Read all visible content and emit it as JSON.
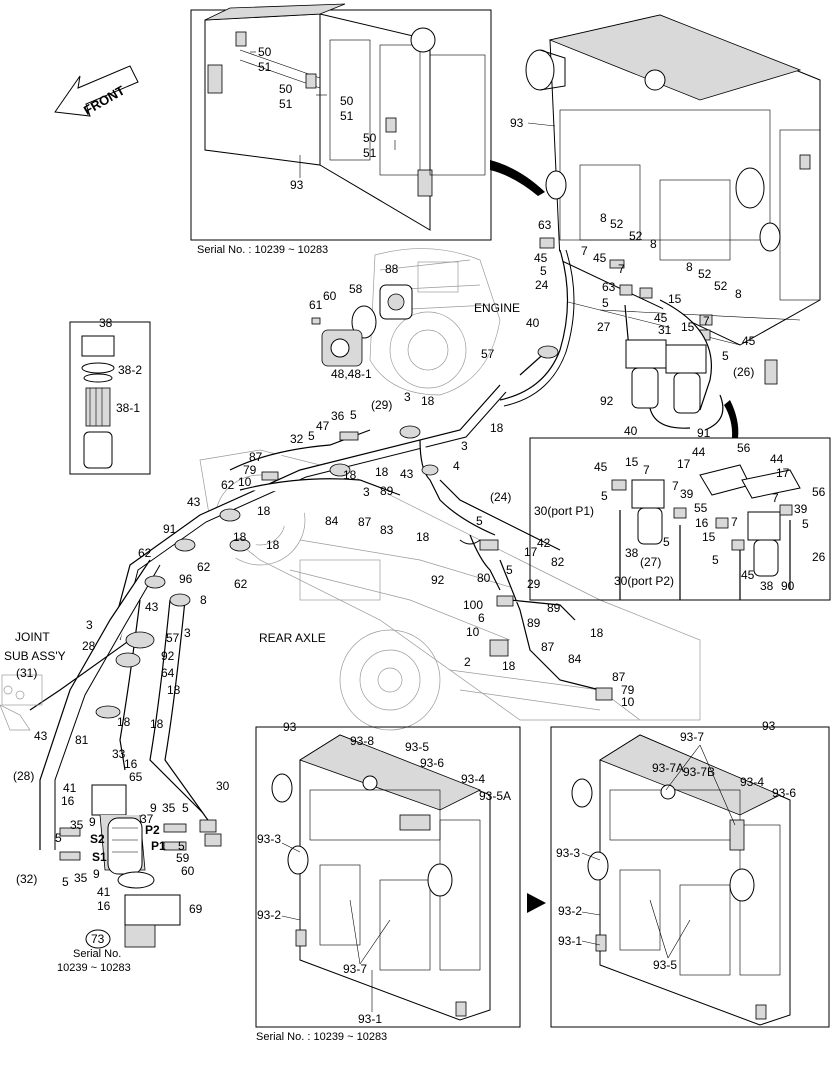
{
  "direction_label": "FRONT",
  "area_labels": {
    "engine": "ENGINE",
    "rear_axle": "REAR AXLE",
    "joint_line1": "JOINT",
    "joint_line2": "SUB ASS'Y",
    "joint_ref": "(31)"
  },
  "serial_notes": {
    "top_inset": "Serial No. : 10239 ~ 10283",
    "bottom_inset": "Serial No. : 10239 ~ 10283",
    "left_line1": "Serial No.",
    "left_line2": "10239 ~ 10283",
    "left_ref": "73"
  },
  "port_labels": {
    "p1": "30(port P1)",
    "p2": "30(port P2)",
    "s1": "S1",
    "s2": "S2",
    "p1_short": "P1",
    "p2_short": "P2"
  },
  "callouts": [
    {
      "id": "t50a",
      "text": "50"
    },
    {
      "id": "t51a",
      "text": "51"
    },
    {
      "id": "t50b",
      "text": "50"
    },
    {
      "id": "t51b",
      "text": "51"
    },
    {
      "id": "t50c",
      "text": "50"
    },
    {
      "id": "t51c",
      "text": "51"
    },
    {
      "id": "t50d",
      "text": "50"
    },
    {
      "id": "t51d",
      "text": "51"
    },
    {
      "id": "t93a",
      "text": "93"
    },
    {
      "id": "t93b",
      "text": "93"
    },
    {
      "id": "t63a",
      "text": "63"
    },
    {
      "id": "t7a",
      "text": "7"
    },
    {
      "id": "t8a",
      "text": "8"
    },
    {
      "id": "t52a",
      "text": "52"
    },
    {
      "id": "t52b",
      "text": "52"
    },
    {
      "id": "t8b",
      "text": "8"
    },
    {
      "id": "t45a",
      "text": "45"
    },
    {
      "id": "t5a",
      "text": "5"
    },
    {
      "id": "t24a",
      "text": "24"
    },
    {
      "id": "t45b",
      "text": "45"
    },
    {
      "id": "t7b",
      "text": "7"
    },
    {
      "id": "t8c",
      "text": "8"
    },
    {
      "id": "t52c",
      "text": "52"
    },
    {
      "id": "t63b",
      "text": "63"
    },
    {
      "id": "t15a",
      "text": "15"
    },
    {
      "id": "t52d",
      "text": "52"
    },
    {
      "id": "t8d",
      "text": "8"
    },
    {
      "id": "t5b",
      "text": "5"
    },
    {
      "id": "t27a",
      "text": "27"
    },
    {
      "id": "t31a",
      "text": "31"
    },
    {
      "id": "t45c",
      "text": "45"
    },
    {
      "id": "t15b",
      "text": "15"
    },
    {
      "id": "t7c",
      "text": "7"
    },
    {
      "id": "t45d",
      "text": "45"
    },
    {
      "id": "t5c",
      "text": "5"
    },
    {
      "id": "t26a",
      "text": "(26)"
    },
    {
      "id": "t92a",
      "text": "92"
    },
    {
      "id": "t40a",
      "text": "40"
    },
    {
      "id": "t91a",
      "text": "91"
    },
    {
      "id": "t40b",
      "text": "40"
    },
    {
      "id": "t57a",
      "text": "57"
    },
    {
      "id": "t88",
      "text": "88"
    },
    {
      "id": "t60",
      "text": "60"
    },
    {
      "id": "t58",
      "text": "58"
    },
    {
      "id": "t61",
      "text": "61"
    },
    {
      "id": "t48",
      "text": "48,48-1"
    },
    {
      "id": "t38",
      "text": "38"
    },
    {
      "id": "t38_2",
      "text": "38-2"
    },
    {
      "id": "t38_1",
      "text": "38-1"
    },
    {
      "id": "t29a",
      "text": "(29)"
    },
    {
      "id": "t3a",
      "text": "3"
    },
    {
      "id": "t18a",
      "text": "18"
    },
    {
      "id": "t36",
      "text": "36"
    },
    {
      "id": "t5d",
      "text": "5"
    },
    {
      "id": "t47",
      "text": "47"
    },
    {
      "id": "t5e",
      "text": "5"
    },
    {
      "id": "t32a",
      "text": "32"
    },
    {
      "id": "t18b",
      "text": "18"
    },
    {
      "id": "t3b",
      "text": "3"
    },
    {
      "id": "t18c",
      "text": "18"
    },
    {
      "id": "t43a",
      "text": "43"
    },
    {
      "id": "t4a",
      "text": "4"
    },
    {
      "id": "t87a",
      "text": "87"
    },
    {
      "id": "t79a",
      "text": "79"
    },
    {
      "id": "t10a",
      "text": "10"
    },
    {
      "id": "t18d",
      "text": "18"
    },
    {
      "id": "t3c",
      "text": "3"
    },
    {
      "id": "t89a",
      "text": "89"
    },
    {
      "id": "t84a",
      "text": "84"
    },
    {
      "id": "t87b",
      "text": "87"
    },
    {
      "id": "t83",
      "text": "83"
    },
    {
      "id": "t24b",
      "text": "(24)"
    },
    {
      "id": "t43b",
      "text": "43"
    },
    {
      "id": "t62a",
      "text": "62"
    },
    {
      "id": "t18e",
      "text": "18"
    },
    {
      "id": "t18f",
      "text": "18"
    },
    {
      "id": "t91b",
      "text": "91"
    },
    {
      "id": "t18g",
      "text": "18"
    },
    {
      "id": "t18h",
      "text": "18"
    },
    {
      "id": "t5f",
      "text": "5"
    },
    {
      "id": "t42",
      "text": "42"
    },
    {
      "id": "t17a",
      "text": "17"
    },
    {
      "id": "t82",
      "text": "82"
    },
    {
      "id": "t62b",
      "text": "62"
    },
    {
      "id": "t96",
      "text": "96"
    },
    {
      "id": "t62c",
      "text": "62"
    },
    {
      "id": "t62d",
      "text": "62"
    },
    {
      "id": "t92b",
      "text": "92"
    },
    {
      "id": "t80",
      "text": "80"
    },
    {
      "id": "t5g",
      "text": "5"
    },
    {
      "id": "t29b",
      "text": "29"
    },
    {
      "id": "t43c",
      "text": "43"
    },
    {
      "id": "t8e",
      "text": "8"
    },
    {
      "id": "t3d",
      "text": "3"
    },
    {
      "id": "t3e",
      "text": "3"
    },
    {
      "id": "t100",
      "text": "100"
    },
    {
      "id": "t6",
      "text": "6"
    },
    {
      "id": "t89b",
      "text": "89"
    },
    {
      "id": "t18i",
      "text": "18"
    },
    {
      "id": "t89c",
      "text": "89"
    },
    {
      "id": "t10b",
      "text": "10"
    },
    {
      "id": "t57b",
      "text": "57"
    },
    {
      "id": "t92c",
      "text": "92"
    },
    {
      "id": "t87c",
      "text": "87"
    },
    {
      "id": "t2",
      "text": "2"
    },
    {
      "id": "t18j",
      "text": "18"
    },
    {
      "id": "t84b",
      "text": "84"
    },
    {
      "id": "t28a",
      "text": "28"
    },
    {
      "id": "t64",
      "text": "64"
    },
    {
      "id": "t18k",
      "text": "18"
    },
    {
      "id": "t87d",
      "text": "87"
    },
    {
      "id": "t79b",
      "text": "79"
    },
    {
      "id": "t10c",
      "text": "10"
    },
    {
      "id": "t18l",
      "text": "18"
    },
    {
      "id": "t18m",
      "text": "18"
    },
    {
      "id": "t43d",
      "text": "43"
    },
    {
      "id": "t81",
      "text": "81"
    },
    {
      "id": "t33",
      "text": "33"
    },
    {
      "id": "t16a",
      "text": "16"
    },
    {
      "id": "t65",
      "text": "65"
    },
    {
      "id": "t28b",
      "text": "(28)"
    },
    {
      "id": "t41a",
      "text": "41"
    },
    {
      "id": "t16b",
      "text": "16"
    },
    {
      "id": "t37",
      "text": "37"
    },
    {
      "id": "t35a",
      "text": "35"
    },
    {
      "id": "t9a",
      "text": "9"
    },
    {
      "id": "t5h",
      "text": "5"
    },
    {
      "id": "t9b",
      "text": "9"
    },
    {
      "id": "t35b",
      "text": "35"
    },
    {
      "id": "t5i",
      "text": "5"
    },
    {
      "id": "t30a",
      "text": "30"
    },
    {
      "id": "t5j",
      "text": "5"
    },
    {
      "id": "t59",
      "text": "59"
    },
    {
      "id": "t60b",
      "text": "60"
    },
    {
      "id": "t32b",
      "text": "(32)"
    },
    {
      "id": "t5k",
      "text": "5"
    },
    {
      "id": "t35c",
      "text": "35"
    },
    {
      "id": "t9c",
      "text": "9"
    },
    {
      "id": "t41b",
      "text": "41"
    },
    {
      "id": "t16c",
      "text": "16"
    },
    {
      "id": "t69",
      "text": "69"
    },
    {
      "id": "t45e",
      "text": "45"
    },
    {
      "id": "t15c",
      "text": "15"
    },
    {
      "id": "t7d",
      "text": "7"
    },
    {
      "id": "t5l",
      "text": "5"
    },
    {
      "id": "t44a",
      "text": "44"
    },
    {
      "id": "t17b",
      "text": "17"
    },
    {
      "id": "t56a",
      "text": "56"
    },
    {
      "id": "t44b",
      "text": "44"
    },
    {
      "id": "t17c",
      "text": "17"
    },
    {
      "id": "t56b",
      "text": "56"
    },
    {
      "id": "t7e",
      "text": "7"
    },
    {
      "id": "t55",
      "text": "55"
    },
    {
      "id": "t39a",
      "text": "39"
    },
    {
      "id": "t16d",
      "text": "16"
    },
    {
      "id": "t7f",
      "text": "7"
    },
    {
      "id": "t7g",
      "text": "7"
    },
    {
      "id": "t39b",
      "text": "39"
    },
    {
      "id": "t5m",
      "text": "5"
    },
    {
      "id": "t38b",
      "text": "38"
    },
    {
      "id": "t5n",
      "text": "5"
    },
    {
      "id": "t27b",
      "text": "(27)"
    },
    {
      "id": "t15d",
      "text": "15"
    },
    {
      "id": "t5o",
      "text": "5"
    },
    {
      "id": "t26b",
      "text": "26"
    },
    {
      "id": "t45f",
      "text": "45"
    },
    {
      "id": "t38c",
      "text": "38"
    },
    {
      "id": "t90",
      "text": "90"
    },
    {
      "id": "r93",
      "text": "93"
    },
    {
      "id": "r93_8",
      "text": "93-8"
    },
    {
      "id": "r93_5",
      "text": "93-5"
    },
    {
      "id": "r93_6",
      "text": "93-6"
    },
    {
      "id": "r93_4",
      "text": "93-4"
    },
    {
      "id": "r93_5A",
      "text": "93-5A"
    },
    {
      "id": "r93_3",
      "text": "93-3"
    },
    {
      "id": "r93_2",
      "text": "93-2"
    },
    {
      "id": "r93_7",
      "text": "93-7"
    },
    {
      "id": "r93_1",
      "text": "93-1"
    },
    {
      "id": "s93",
      "text": "93"
    },
    {
      "id": "s93_7",
      "text": "93-7"
    },
    {
      "id": "s93_7A",
      "text": "93-7A"
    },
    {
      "id": "s93_7B",
      "text": "93-7B"
    },
    {
      "id": "s93_4",
      "text": "93-4"
    },
    {
      "id": "s93_6",
      "text": "93-6"
    },
    {
      "id": "s93_3",
      "text": "93-3"
    },
    {
      "id": "s93_2",
      "text": "93-2"
    },
    {
      "id": "s93_1",
      "text": "93-1"
    },
    {
      "id": "s93_5",
      "text": "93-5"
    }
  ]
}
